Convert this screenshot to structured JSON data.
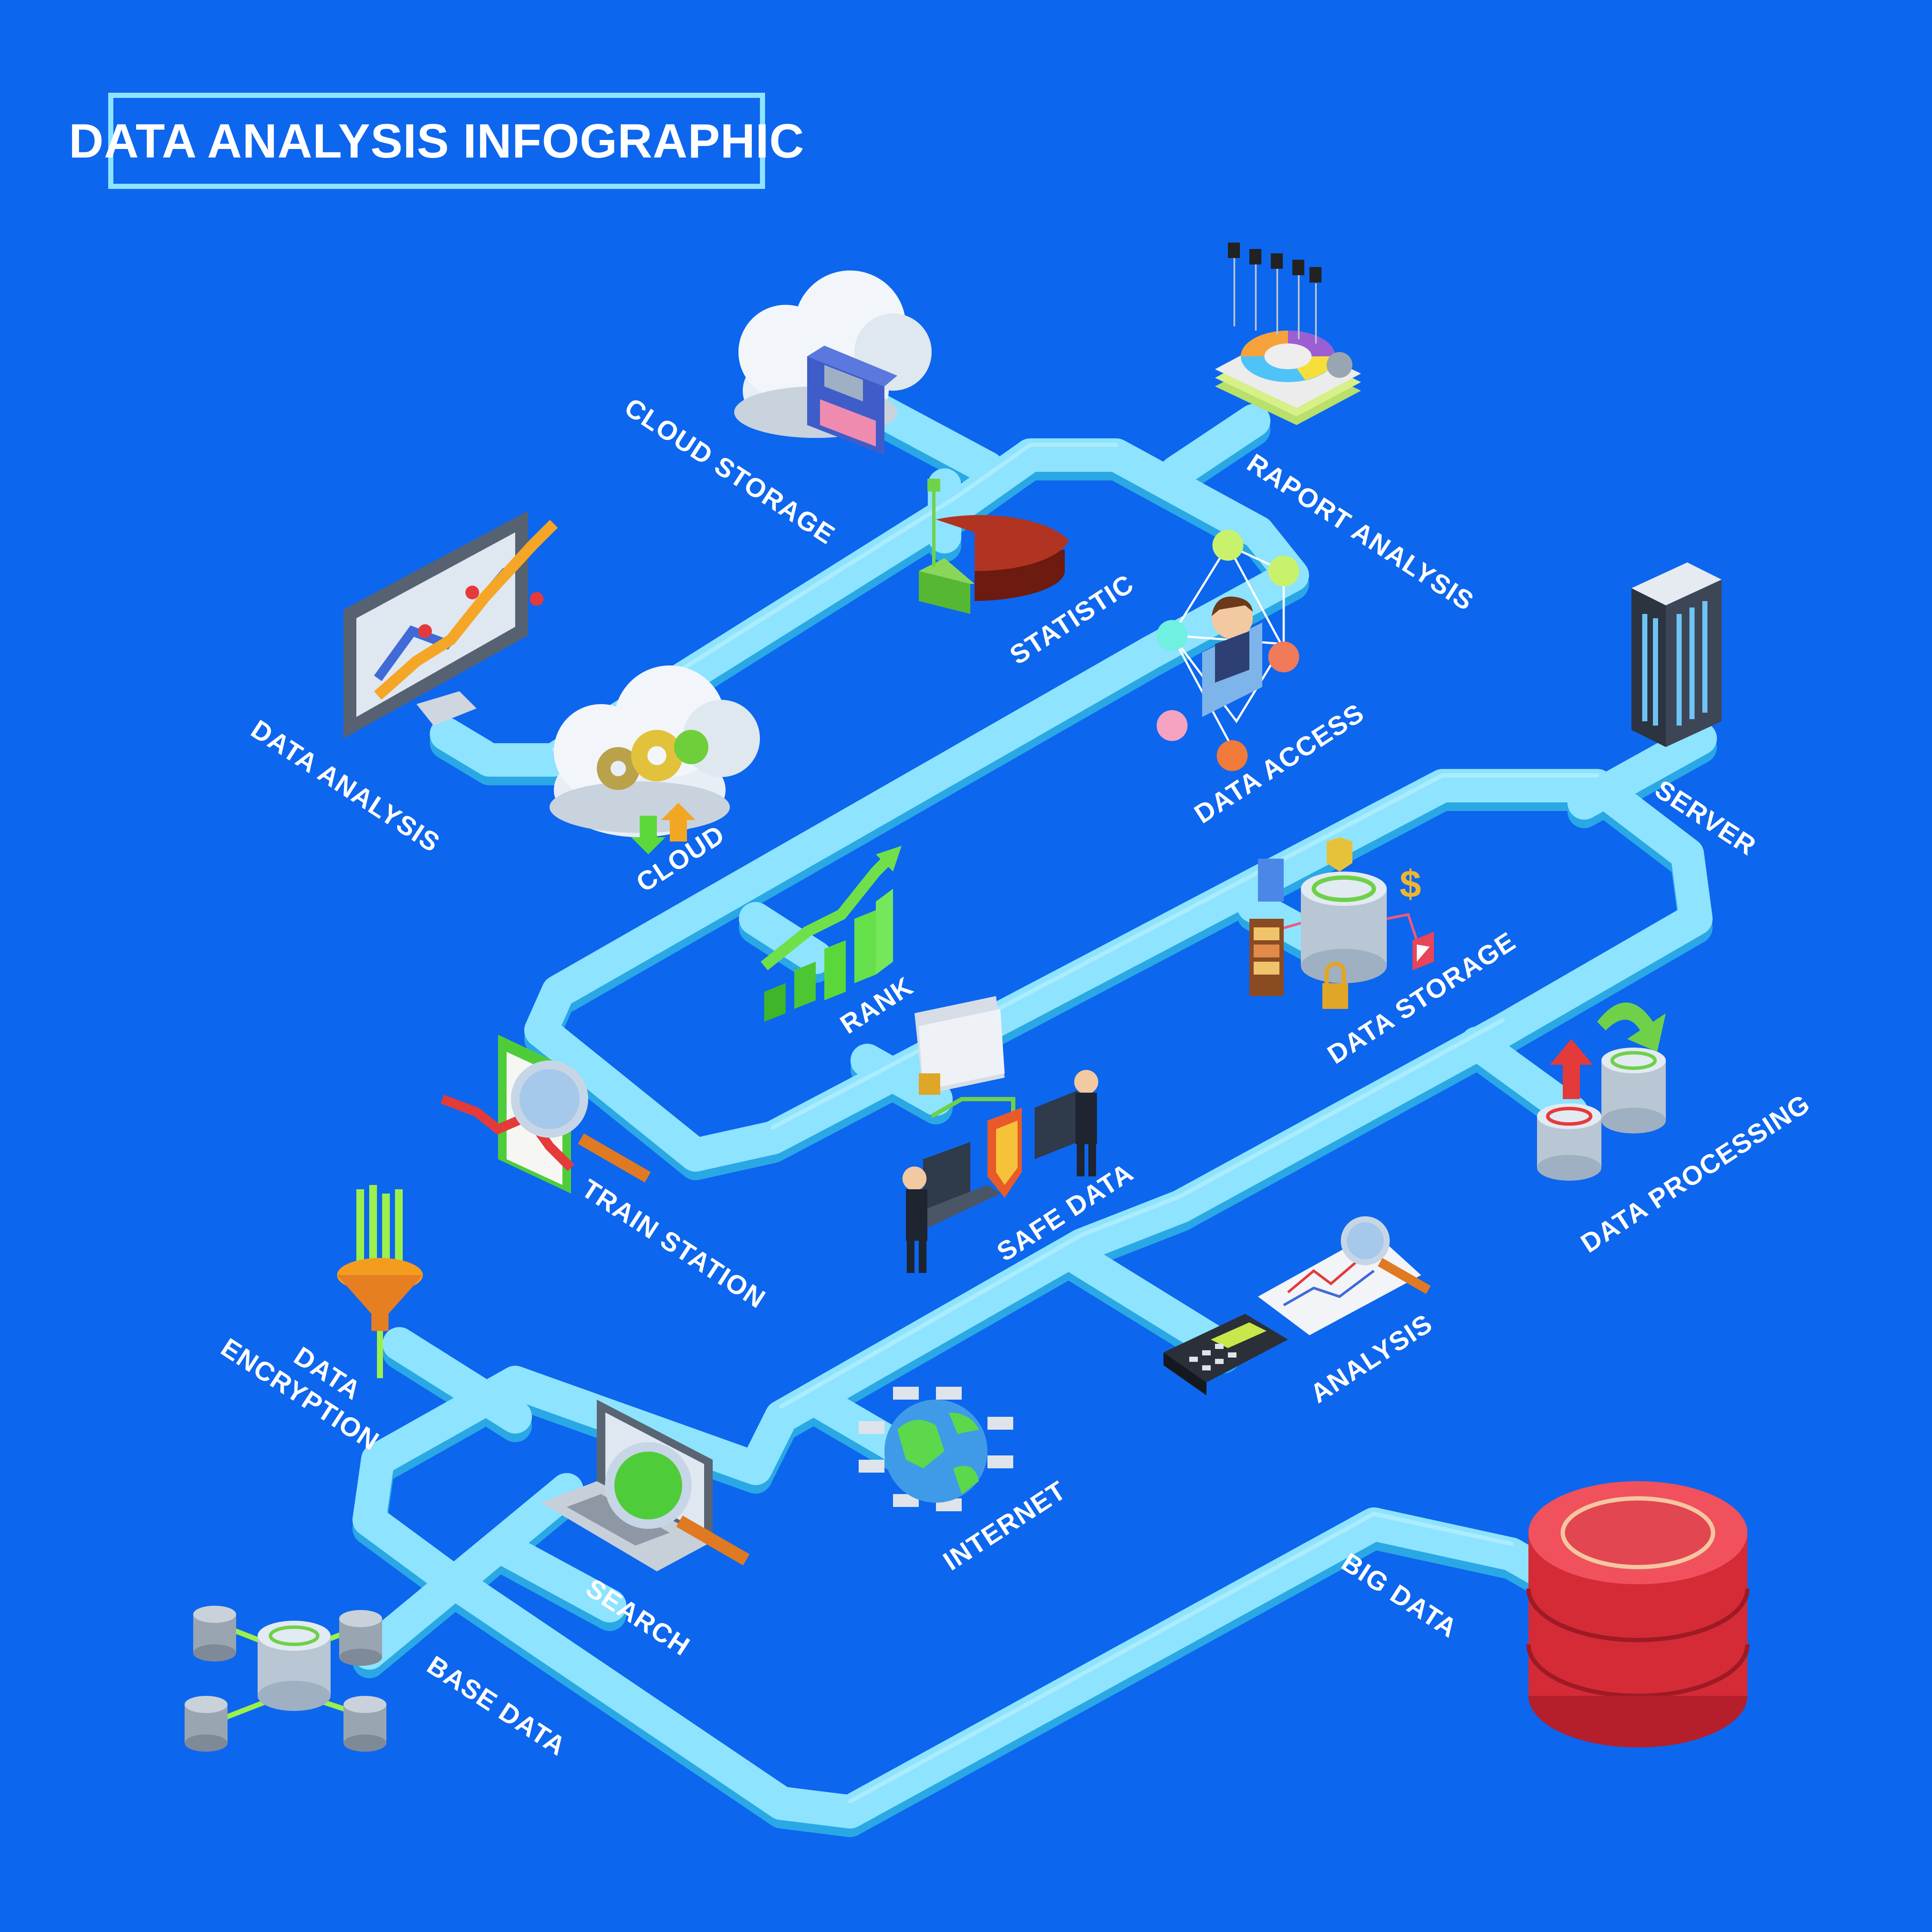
{
  "title": "DATA ANALYSIS INFOGRAPHIC",
  "colors": {
    "background": "#0d66ee",
    "pipe": "#8ee3ff",
    "pipe_shade": "#33b6ec",
    "label": "#ffffff"
  },
  "nodes": [
    {
      "id": "cloud-storage",
      "label": "CLOUD STORAGE",
      "icon": "floppy-cloud-icon"
    },
    {
      "id": "raport-analysis",
      "label": "RAPORT ANALYSIS",
      "icon": "donut-report-icon"
    },
    {
      "id": "statistic",
      "label": "STATISTIC",
      "icon": "pie-chart-icon"
    },
    {
      "id": "data-analysis",
      "label": "DATA ANALYSIS",
      "icon": "monitor-chart-icon"
    },
    {
      "id": "data-access",
      "label": "DATA ACCESS",
      "icon": "user-network-icon"
    },
    {
      "id": "cloud",
      "label": "CLOUD",
      "icon": "gear-cloud-icon"
    },
    {
      "id": "server",
      "label": "SERVER",
      "icon": "server-rack-icon"
    },
    {
      "id": "rank",
      "label": "RANK",
      "icon": "bar-growth-icon"
    },
    {
      "id": "data-storage",
      "label": "DATA STORAGE",
      "icon": "database-lock-icon"
    },
    {
      "id": "train-station",
      "label": "TRAIN STATION",
      "icon": "binary-magnifier-icon"
    },
    {
      "id": "safe-data",
      "label": "SAFE DATA",
      "icon": "guards-shield-icon"
    },
    {
      "id": "data-processing",
      "label": "DATA PROCESSING",
      "icon": "recycle-disks-icon"
    },
    {
      "id": "data-encryption",
      "label": "DATA ENCRYPTION",
      "line1": "DATA",
      "line2": "ENCRYPTION",
      "icon": "binary-funnel-icon"
    },
    {
      "id": "analysis",
      "label": "ANALYSIS",
      "icon": "calculator-graph-icon"
    },
    {
      "id": "internet",
      "label": "INTERNET",
      "icon": "globe-network-icon"
    },
    {
      "id": "search",
      "label": "SEARCH",
      "icon": "laptop-search-icon"
    },
    {
      "id": "big-data",
      "label": "BIG DATA",
      "icon": "red-database-icon"
    },
    {
      "id": "base-data",
      "label": "BASE DATA",
      "icon": "database-cluster-icon"
    }
  ]
}
